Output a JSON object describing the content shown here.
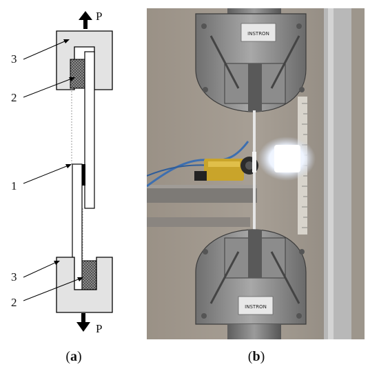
{
  "panel_a": {
    "force_top": "P",
    "force_bottom": "P",
    "callouts": [
      "3",
      "2",
      "1",
      "3",
      "2"
    ],
    "caption_open": "(",
    "caption_letter": "a",
    "caption_close": ")"
  },
  "panel_b": {
    "grip_brand_top": "INSTRON",
    "grip_brand_bottom": "INSTRON",
    "caption_open": "(",
    "caption_letter": "b",
    "caption_close": ")"
  },
  "colors": {
    "grip_fill": "#e3e3e3",
    "insert_fill": "#7a7a7a",
    "adhesive": "#000000",
    "photo_bg": "#8d847a"
  }
}
